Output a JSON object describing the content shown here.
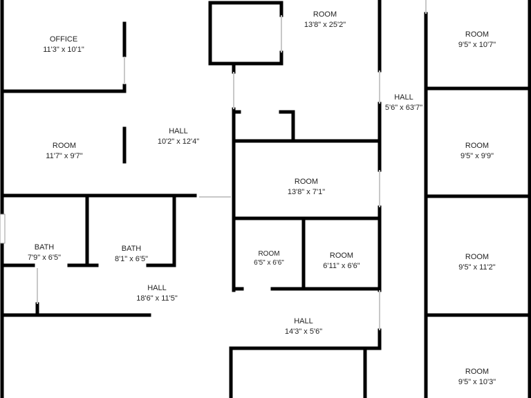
{
  "rooms": [
    {
      "id": "office",
      "name": "OFFICE",
      "dims": "11'3\" x 10'1\""
    },
    {
      "id": "room-top-center",
      "name": "ROOM",
      "dims": "13'8\" x 25'2\""
    },
    {
      "id": "room-right-1",
      "name": "ROOM",
      "dims": "9'5\" x 10'7\""
    },
    {
      "id": "hall-right",
      "name": "HALL",
      "dims": "5'6\" x 63'7\""
    },
    {
      "id": "hall-center",
      "name": "HALL",
      "dims": "10'2\" x 12'4\""
    },
    {
      "id": "room-left-2",
      "name": "ROOM",
      "dims": "11'7\" x 9'7\""
    },
    {
      "id": "room-right-2",
      "name": "ROOM",
      "dims": "9'5\" x 9'9\""
    },
    {
      "id": "room-center-2",
      "name": "ROOM",
      "dims": "13'8\" x 7'1\""
    },
    {
      "id": "bath-1",
      "name": "BATH",
      "dims": "7'9\" x 6'5\""
    },
    {
      "id": "bath-2",
      "name": "BATH",
      "dims": "8'1\" x 6'5\""
    },
    {
      "id": "room-small-1",
      "name": "ROOM",
      "dims": "6'5\" x 6'6\""
    },
    {
      "id": "room-small-2",
      "name": "ROOM",
      "dims": "6'11\" x 6'6\""
    },
    {
      "id": "room-right-3",
      "name": "ROOM",
      "dims": "9'5\" x 11'2\""
    },
    {
      "id": "hall-left-bottom",
      "name": "HALL",
      "dims": "18'6\" x 11'5\""
    },
    {
      "id": "hall-center-bottom",
      "name": "HALL",
      "dims": "14'3\" x 5'6\""
    },
    {
      "id": "room-right-4",
      "name": "ROOM",
      "dims": "9'5\" x 10'3\""
    }
  ],
  "colors": {
    "wall": "#000000",
    "background": "#ffffff",
    "window": "#c8c8c8"
  }
}
